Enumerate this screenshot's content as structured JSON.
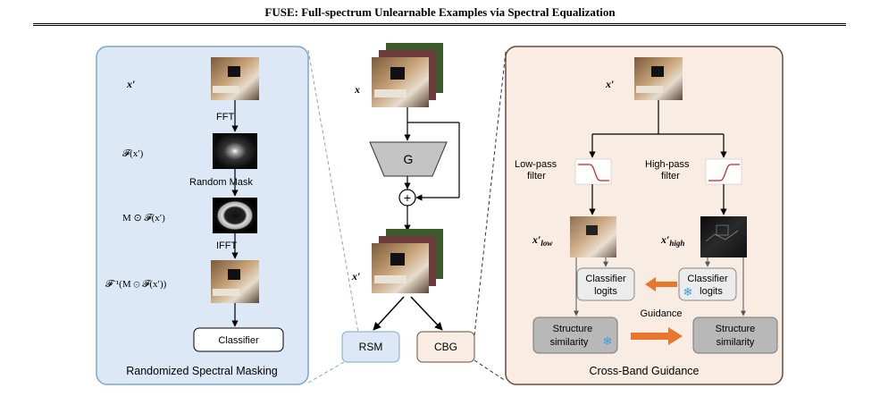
{
  "header": {
    "title": "FUSE: Full-spectrum Unlearnable Examples via Spectral Equalization"
  },
  "left_panel": {
    "title": "Randomized Spectral Masking",
    "x_prime": "x′",
    "fft": "FFT",
    "f_x": "𝓕(x′)",
    "random_mask": "Random  Mask",
    "m_f_x": "M ⊙ 𝓕(x′)",
    "ifft": "IFFT",
    "f_inv": "𝓕⁻¹(M ⊙ 𝓕(x′))",
    "classifier": "Classifier"
  },
  "center": {
    "x": "x",
    "generator": "G",
    "plus": "+",
    "x_prime": "x′",
    "rsm": "RSM",
    "cbg": "CBG"
  },
  "right_panel": {
    "title": "Cross-Band Guidance",
    "x_prime": "x′",
    "low_pass": [
      "Low-pass",
      "filter"
    ],
    "high_pass": [
      "High-pass",
      "filter"
    ],
    "x_low": "x′low",
    "x_high": "x′high",
    "classifier_logits_left": [
      "Classifier",
      "logits"
    ],
    "classifier_logits_right": [
      "Classifier",
      "logits"
    ],
    "guidance": "Guidance",
    "structure_left": [
      "Structure",
      "similarity"
    ],
    "structure_right": [
      "Structure",
      "similarity"
    ]
  },
  "colors": {
    "left_panel_fill": "#dce8f5",
    "left_panel_stroke": "#7fa6cc",
    "right_panel_fill": "#f9ede3",
    "right_panel_stroke": "#6b4a3a",
    "rsm_fill": "#dce8f5",
    "cbg_fill": "#f9ede3",
    "orange_arrow": "#e8762c",
    "gray_box": "#b8b8b8",
    "light_box": "#ececec",
    "freeze_icon": "#3a9ee0",
    "filter_curve": "#cc2222"
  }
}
